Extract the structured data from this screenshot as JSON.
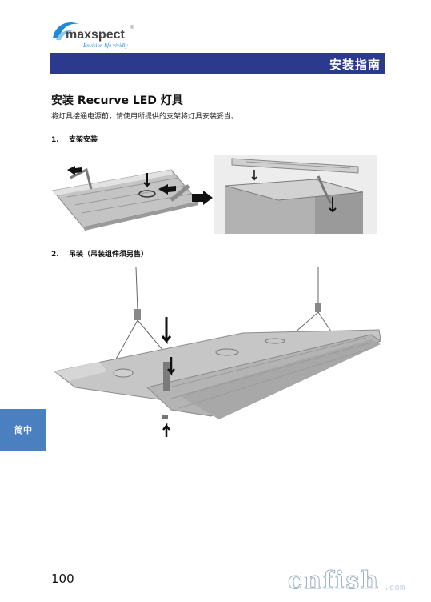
{
  "brand": {
    "name": "maxspect",
    "tagline": "Envision life vividly",
    "registered": "®"
  },
  "header": {
    "title": "安装指南"
  },
  "section": {
    "title": "安装 Recurve LED 灯具",
    "intro": "将灯具接通电源前，请使用所提供的支架将灯具安装妥当。"
  },
  "steps": [
    {
      "num": "1.",
      "label": "支架安装"
    },
    {
      "num": "2.",
      "label": "吊装（吊装组件须另售）"
    }
  ],
  "lang_tab": {
    "label": "简中"
  },
  "page_number": "100",
  "watermark": {
    "text": "cnfish",
    "tld": ".com"
  },
  "colors": {
    "header_bar": "#2b3a8c",
    "lang_tab": "#4a80c0",
    "logo_blue": "#1f8bd6"
  }
}
